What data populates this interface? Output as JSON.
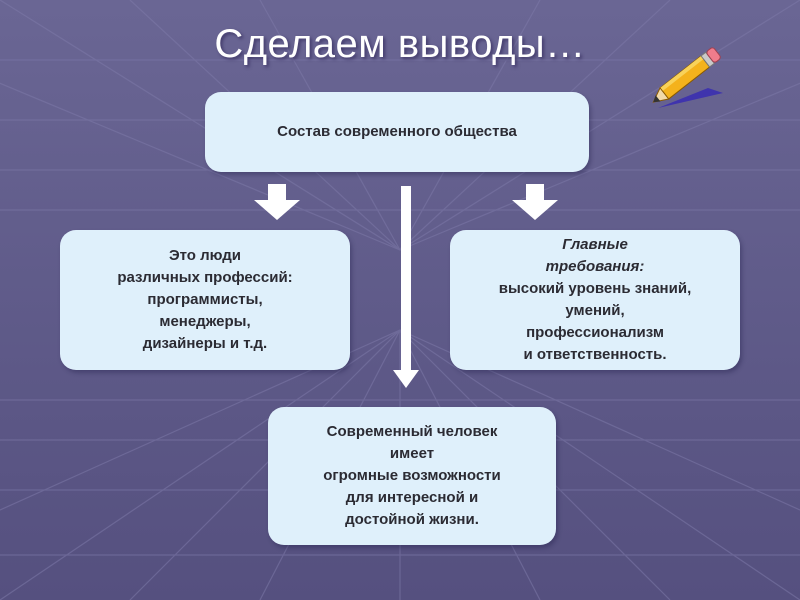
{
  "slide": {
    "title": "Сделаем выводы…",
    "top_box": "Состав современного общества",
    "left_box": {
      "lines": [
        "Это люди",
        "различных профессий:",
        "программисты,",
        "менеджеры,",
        "дизайнеры и т.д."
      ]
    },
    "right_box": {
      "italic_lines": [
        "Главные",
        "требования:"
      ],
      "lines": [
        "высокий уровень знаний,",
        "умений,",
        "профессионализм",
        "и ответственность."
      ]
    },
    "bottom_box": {
      "lines": [
        "Современный человек",
        "имеет",
        "огромные возможности",
        "для интересной и",
        "достойной жизни."
      ]
    }
  },
  "colors": {
    "background": "#5f5a88",
    "box_fill": "#dff0fb",
    "arrow_fill": "#ffffff",
    "text": "#2b2b33"
  },
  "icons": [
    "pencil-icon"
  ]
}
